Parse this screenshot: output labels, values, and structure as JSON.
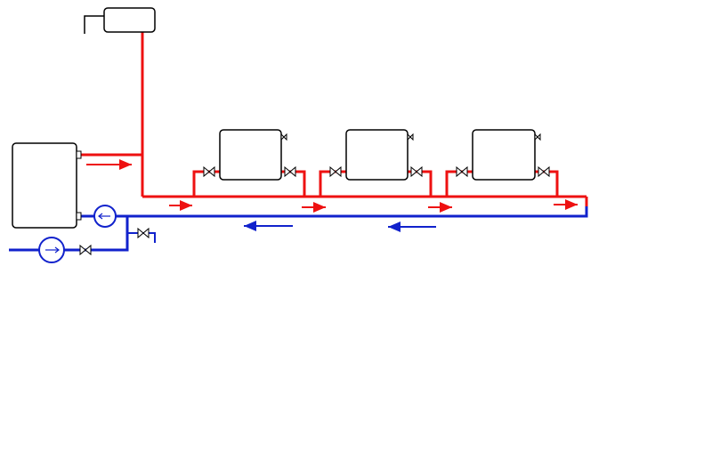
{
  "diagram": {
    "type": "heating-schematic",
    "colors": {
      "supply": "#ee1111",
      "return": "#1122cc",
      "equipment": "#000000",
      "background": "#ffffff"
    },
    "components": {
      "boiler": {
        "icon": "boiler-icon"
      },
      "expansion_tank": {
        "icon": "expansion-tank-icon"
      },
      "circulation_pump": {
        "icon": "pump-icon",
        "direction": "left"
      },
      "makeup_pump": {
        "icon": "pump-icon",
        "direction": "right"
      },
      "radiators": [
        {
          "id": "radiator-1",
          "icon": "radiator-icon",
          "valves": 2,
          "air_vent": true
        },
        {
          "id": "radiator-2",
          "icon": "radiator-icon",
          "valves": 2,
          "air_vent": true
        },
        {
          "id": "radiator-3",
          "icon": "radiator-icon",
          "valves": 2,
          "air_vent": true
        }
      ],
      "drain_valve": {
        "icon": "valve-icon"
      },
      "makeup_valve": {
        "icon": "valve-icon"
      }
    },
    "flow_arrows": {
      "supply": {
        "count": 5,
        "direction": "right"
      },
      "return": {
        "count": 2,
        "direction": "left"
      }
    }
  }
}
